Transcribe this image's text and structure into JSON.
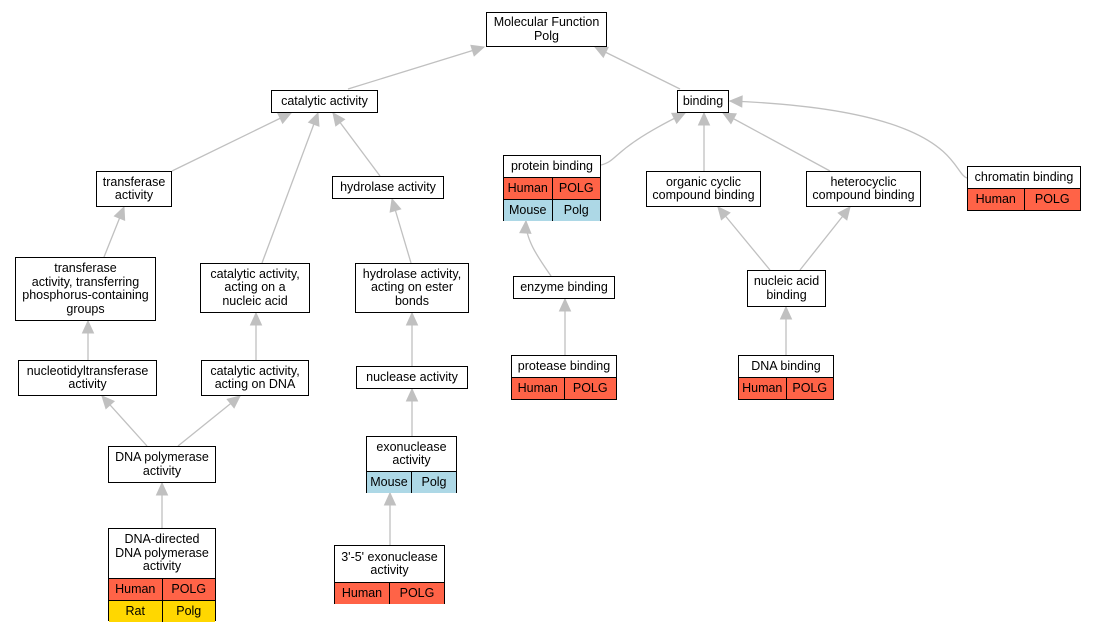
{
  "colors": {
    "edge": "#c0c0c0",
    "species": {
      "Human": "#ff6347",
      "Rat": "#ffd700",
      "Mouse": "#add8e6"
    }
  },
  "nodes": {
    "mf": {
      "label": "Molecular Function\nPolg",
      "annotations": []
    },
    "catalytic": {
      "label": "catalytic activity",
      "annotations": []
    },
    "binding": {
      "label": "binding",
      "annotations": []
    },
    "transferase": {
      "label": "transferase\nactivity",
      "annotations": []
    },
    "hydrolase": {
      "label": "hydrolase activity",
      "annotations": []
    },
    "protein_binding": {
      "label": "protein binding",
      "annotations": [
        [
          "Human",
          "POLG"
        ],
        [
          "Mouse",
          "Polg"
        ]
      ]
    },
    "organic_cyclic": {
      "label": "organic cyclic\ncompound binding",
      "annotations": []
    },
    "heterocyclic": {
      "label": "heterocyclic\ncompound binding",
      "annotations": []
    },
    "chromatin": {
      "label": "chromatin binding",
      "annotations": [
        [
          "Human",
          "POLG"
        ]
      ]
    },
    "transferase_p": {
      "label": "transferase\nactivity, transferring\nphosphorus-containing\ngroups",
      "annotations": []
    },
    "cat_nucleic": {
      "label": "catalytic activity,\nacting on a\nnucleic acid",
      "annotations": []
    },
    "hydrolase_ester": {
      "label": "hydrolase activity,\nacting on ester\nbonds",
      "annotations": []
    },
    "enzyme_binding": {
      "label": "enzyme binding",
      "annotations": []
    },
    "nucleic_binding": {
      "label": "nucleic acid\nbinding",
      "annotations": []
    },
    "nucleotidyl": {
      "label": "nucleotidyltransferase\nactivity",
      "annotations": []
    },
    "cat_dna": {
      "label": "catalytic activity,\nacting on DNA",
      "annotations": []
    },
    "nuclease": {
      "label": "nuclease activity",
      "annotations": []
    },
    "protease_binding": {
      "label": "protease binding",
      "annotations": [
        [
          "Human",
          "POLG"
        ]
      ]
    },
    "dna_binding": {
      "label": "DNA binding",
      "annotations": [
        [
          "Human",
          "POLG"
        ]
      ]
    },
    "dna_pol": {
      "label": "DNA polymerase\nactivity",
      "annotations": []
    },
    "exonuclease": {
      "label": "exonuclease\nactivity",
      "annotations": [
        [
          "Mouse",
          "Polg"
        ]
      ]
    },
    "dd_dna_pol": {
      "label": "DNA-directed\nDNA polymerase\nactivity",
      "annotations": [
        [
          "Human",
          "POLG"
        ],
        [
          "Rat",
          "Polg"
        ]
      ]
    },
    "exo_35": {
      "label": "3'-5' exonuclease\nactivity",
      "annotations": [
        [
          "Human",
          "POLG"
        ]
      ]
    }
  }
}
